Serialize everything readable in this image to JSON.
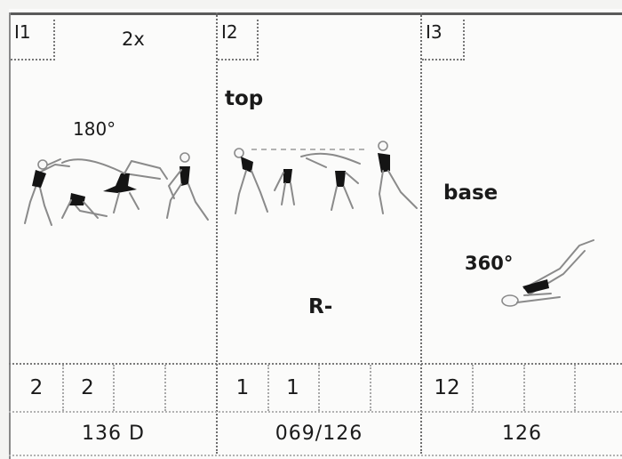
{
  "panels": [
    {
      "id": "I1",
      "notes": [
        "2x",
        "180°"
      ],
      "value_cells": [
        "2",
        "2",
        "",
        ""
      ],
      "code": "136 D"
    },
    {
      "id": "I2",
      "notes": [
        "top",
        "R-"
      ],
      "value_cells": [
        "1",
        "1",
        "",
        ""
      ],
      "code": "069/126"
    },
    {
      "id": "I3",
      "notes": [
        "base",
        "360°"
      ],
      "value_cells": [
        "12",
        "",
        "",
        ""
      ],
      "code": "126"
    }
  ]
}
